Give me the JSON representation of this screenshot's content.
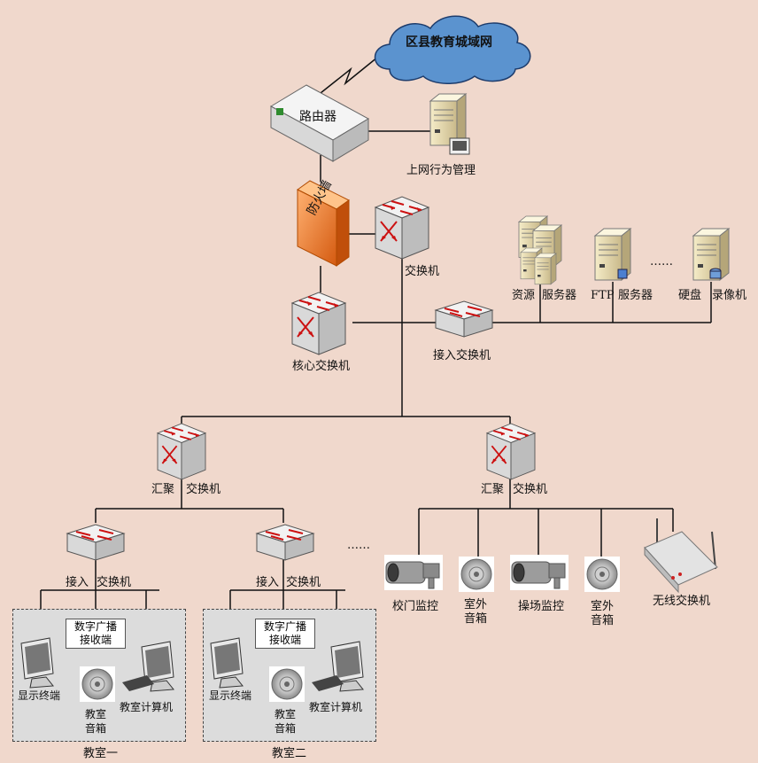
{
  "cloud": {
    "label": "区县教育城域网"
  },
  "router": {
    "label": "路由器"
  },
  "behavior_mgmt": {
    "label": "上网行为管理"
  },
  "firewall": {
    "label": "防火墙"
  },
  "switch_top": {
    "label": "交换机"
  },
  "core_switch": {
    "label": "核心交换机"
  },
  "access_switch_server": {
    "label": "接入交换机"
  },
  "servers": {
    "resource": {
      "label_a": "资源",
      "label_b": "服务器"
    },
    "ftp": {
      "label_a": "FTP",
      "label_b": "服务器"
    },
    "ellipsis": "……",
    "nvr": {
      "label_a": "硬盘",
      "label_b": "录像机"
    }
  },
  "agg_left": {
    "label_a": "汇聚",
    "label_b": "交换机"
  },
  "agg_right": {
    "label_a": "汇聚",
    "label_b": "交换机"
  },
  "access_left": {
    "label_a": "接入",
    "label_b": "交换机"
  },
  "access_mid": {
    "label_a": "接入",
    "label_b": "交换机"
  },
  "mid_ellipsis": "……",
  "outdoor": {
    "gate_camera": "校门监控",
    "speaker1_a": "室外",
    "speaker1_b": "音箱",
    "playground_camera": "操场监控",
    "speaker2_a": "室外",
    "speaker2_b": "音箱",
    "wireless_switch": "无线交换机"
  },
  "classrooms": [
    {
      "name": "教室一",
      "broadcast_a": "数字广播",
      "broadcast_b": "接收端",
      "display": "显示终端",
      "speaker_a": "教室",
      "speaker_b": "音箱",
      "computer": "教室计算机"
    },
    {
      "name": "教室二",
      "broadcast_a": "数字广播",
      "broadcast_b": "接收端",
      "display": "显示终端",
      "speaker_a": "教室",
      "speaker_b": "音箱",
      "computer": "教室计算机"
    }
  ],
  "colors": {
    "background": "#f0d8cc",
    "cloud": "#5b93cf",
    "firewall": "#e8762c",
    "line": "#111111",
    "device": "#e6e6e6",
    "switch_arrow": "#cc1111"
  }
}
